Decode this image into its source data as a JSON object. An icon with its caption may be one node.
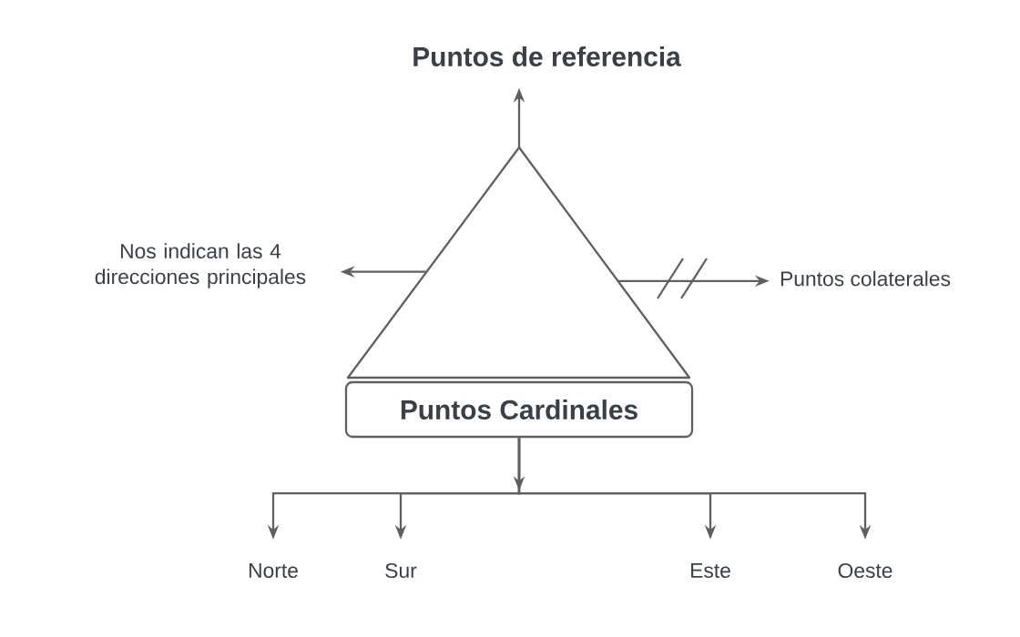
{
  "diagram": {
    "nodes": [
      {
        "text": [
          "Puntos de referencia"
        ]
      },
      {
        "text": [],
        "shape": "triangle"
      },
      {
        "text": [
          "Nos indican las 4 direcciones principales"
        ]
      },
      {
        "text": [
          "Puntos colaterales"
        ]
      },
      {
        "text": [
          "Puntos Cardinales"
        ]
      },
      {
        "text": [
          "Norte"
        ]
      },
      {
        "text": [
          "Sur"
        ]
      },
      {
        "text": [
          "Este"
        ]
      },
      {
        "text": [
          "Oeste"
        ]
      }
    ],
    "edges": [
      {
        "from": 1,
        "to": 0,
        "arrow": "to"
      },
      {
        "from": 1,
        "to": 2,
        "arrow": "to"
      },
      {
        "from": 1,
        "to": 3,
        "arrow": "to"
      },
      {
        "from": 4,
        "to": 5,
        "arrow": "to"
      },
      {
        "from": 4,
        "to": 6,
        "arrow": "to"
      },
      {
        "from": 4,
        "to": 7,
        "arrow": "to"
      },
      {
        "from": 4,
        "to": 8,
        "arrow": "to"
      }
    ]
  }
}
